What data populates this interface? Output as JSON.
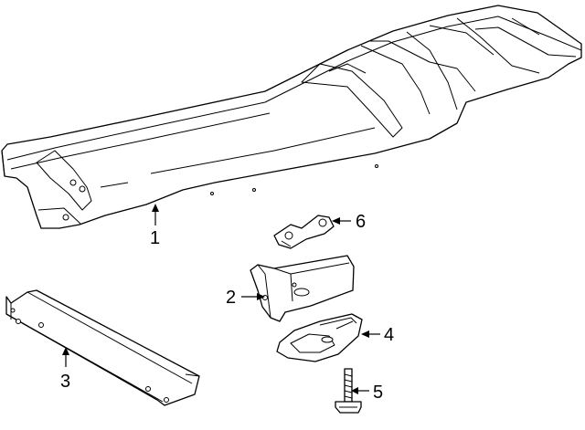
{
  "callouts": [
    {
      "id": "frame",
      "number": "1"
    },
    {
      "id": "bracket",
      "number": "2"
    },
    {
      "id": "crossmember",
      "number": "3"
    },
    {
      "id": "tow-hook",
      "number": "4"
    },
    {
      "id": "bolt",
      "number": "5"
    },
    {
      "id": "nut-plate",
      "number": "6"
    }
  ]
}
